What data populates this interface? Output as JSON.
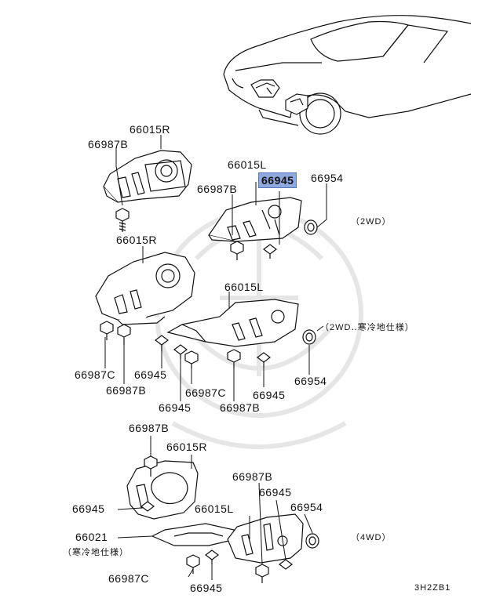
{
  "labels": {
    "r1": "66015R",
    "b1": "66987B",
    "l1": "66015L",
    "hl": "66945",
    "b2": "66987B",
    "s1": "66954",
    "wd2": "（2WD）",
    "r2": "66015R",
    "l2": "66015L",
    "wd2c": "（2WD‥寒冷地仕様）",
    "c1": "66987C",
    "a1": "66945",
    "b3": "66987B",
    "s2": "66954",
    "a2": "66945",
    "c2": "66987C",
    "a3": "66945",
    "b4": "66987B",
    "b5": "66987B",
    "r3": "66015R",
    "b6": "66987B",
    "a4": "66945",
    "a5": "66945",
    "s3": "66954",
    "l3": "66015L",
    "p1": "66021",
    "cold": "（寒冷地仕様）",
    "wd4": "（4WD）",
    "c3": "66987C",
    "a6": "66945",
    "code": "3H2ZB1"
  },
  "colors": {
    "highlight": "#8fa9df",
    "line": "#111111",
    "watermark": "#e4e4e4"
  }
}
